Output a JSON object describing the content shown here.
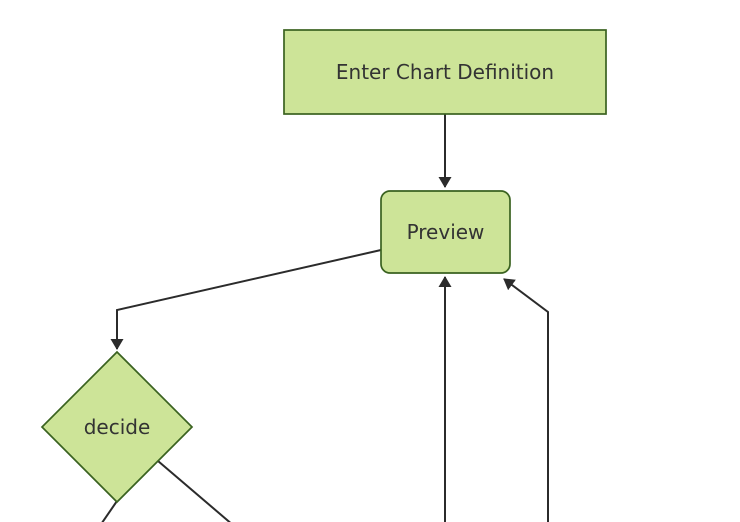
{
  "diagram": {
    "type": "flowchart",
    "orientation": "top-down",
    "theme": {
      "node_fill": "#cde498",
      "node_stroke": "#3a6220",
      "edge_color": "#2b2b2b",
      "label_color": "#333333",
      "background": "#ffffff"
    },
    "nodes": [
      {
        "label": "Enter Chart Definition",
        "shape": "rectangle"
      },
      {
        "label": "Preview",
        "shape": "rounded-rectangle"
      },
      {
        "label": "decide",
        "shape": "diamond"
      }
    ],
    "edges": [
      {
        "from": "Enter Chart Definition",
        "to": "Preview",
        "arrowhead": true
      },
      {
        "from": "Preview",
        "to": "decide",
        "arrowhead": true
      },
      {
        "from": "offscreen-bottom",
        "to": "Preview",
        "arrowhead": true
      },
      {
        "from": "offscreen-bottom-right",
        "to": "Preview",
        "arrowhead": true
      },
      {
        "from": "decide",
        "to": "offscreen-bottom-left",
        "arrowhead": false
      },
      {
        "from": "decide",
        "to": "offscreen-bottom-right",
        "arrowhead": false
      }
    ]
  }
}
